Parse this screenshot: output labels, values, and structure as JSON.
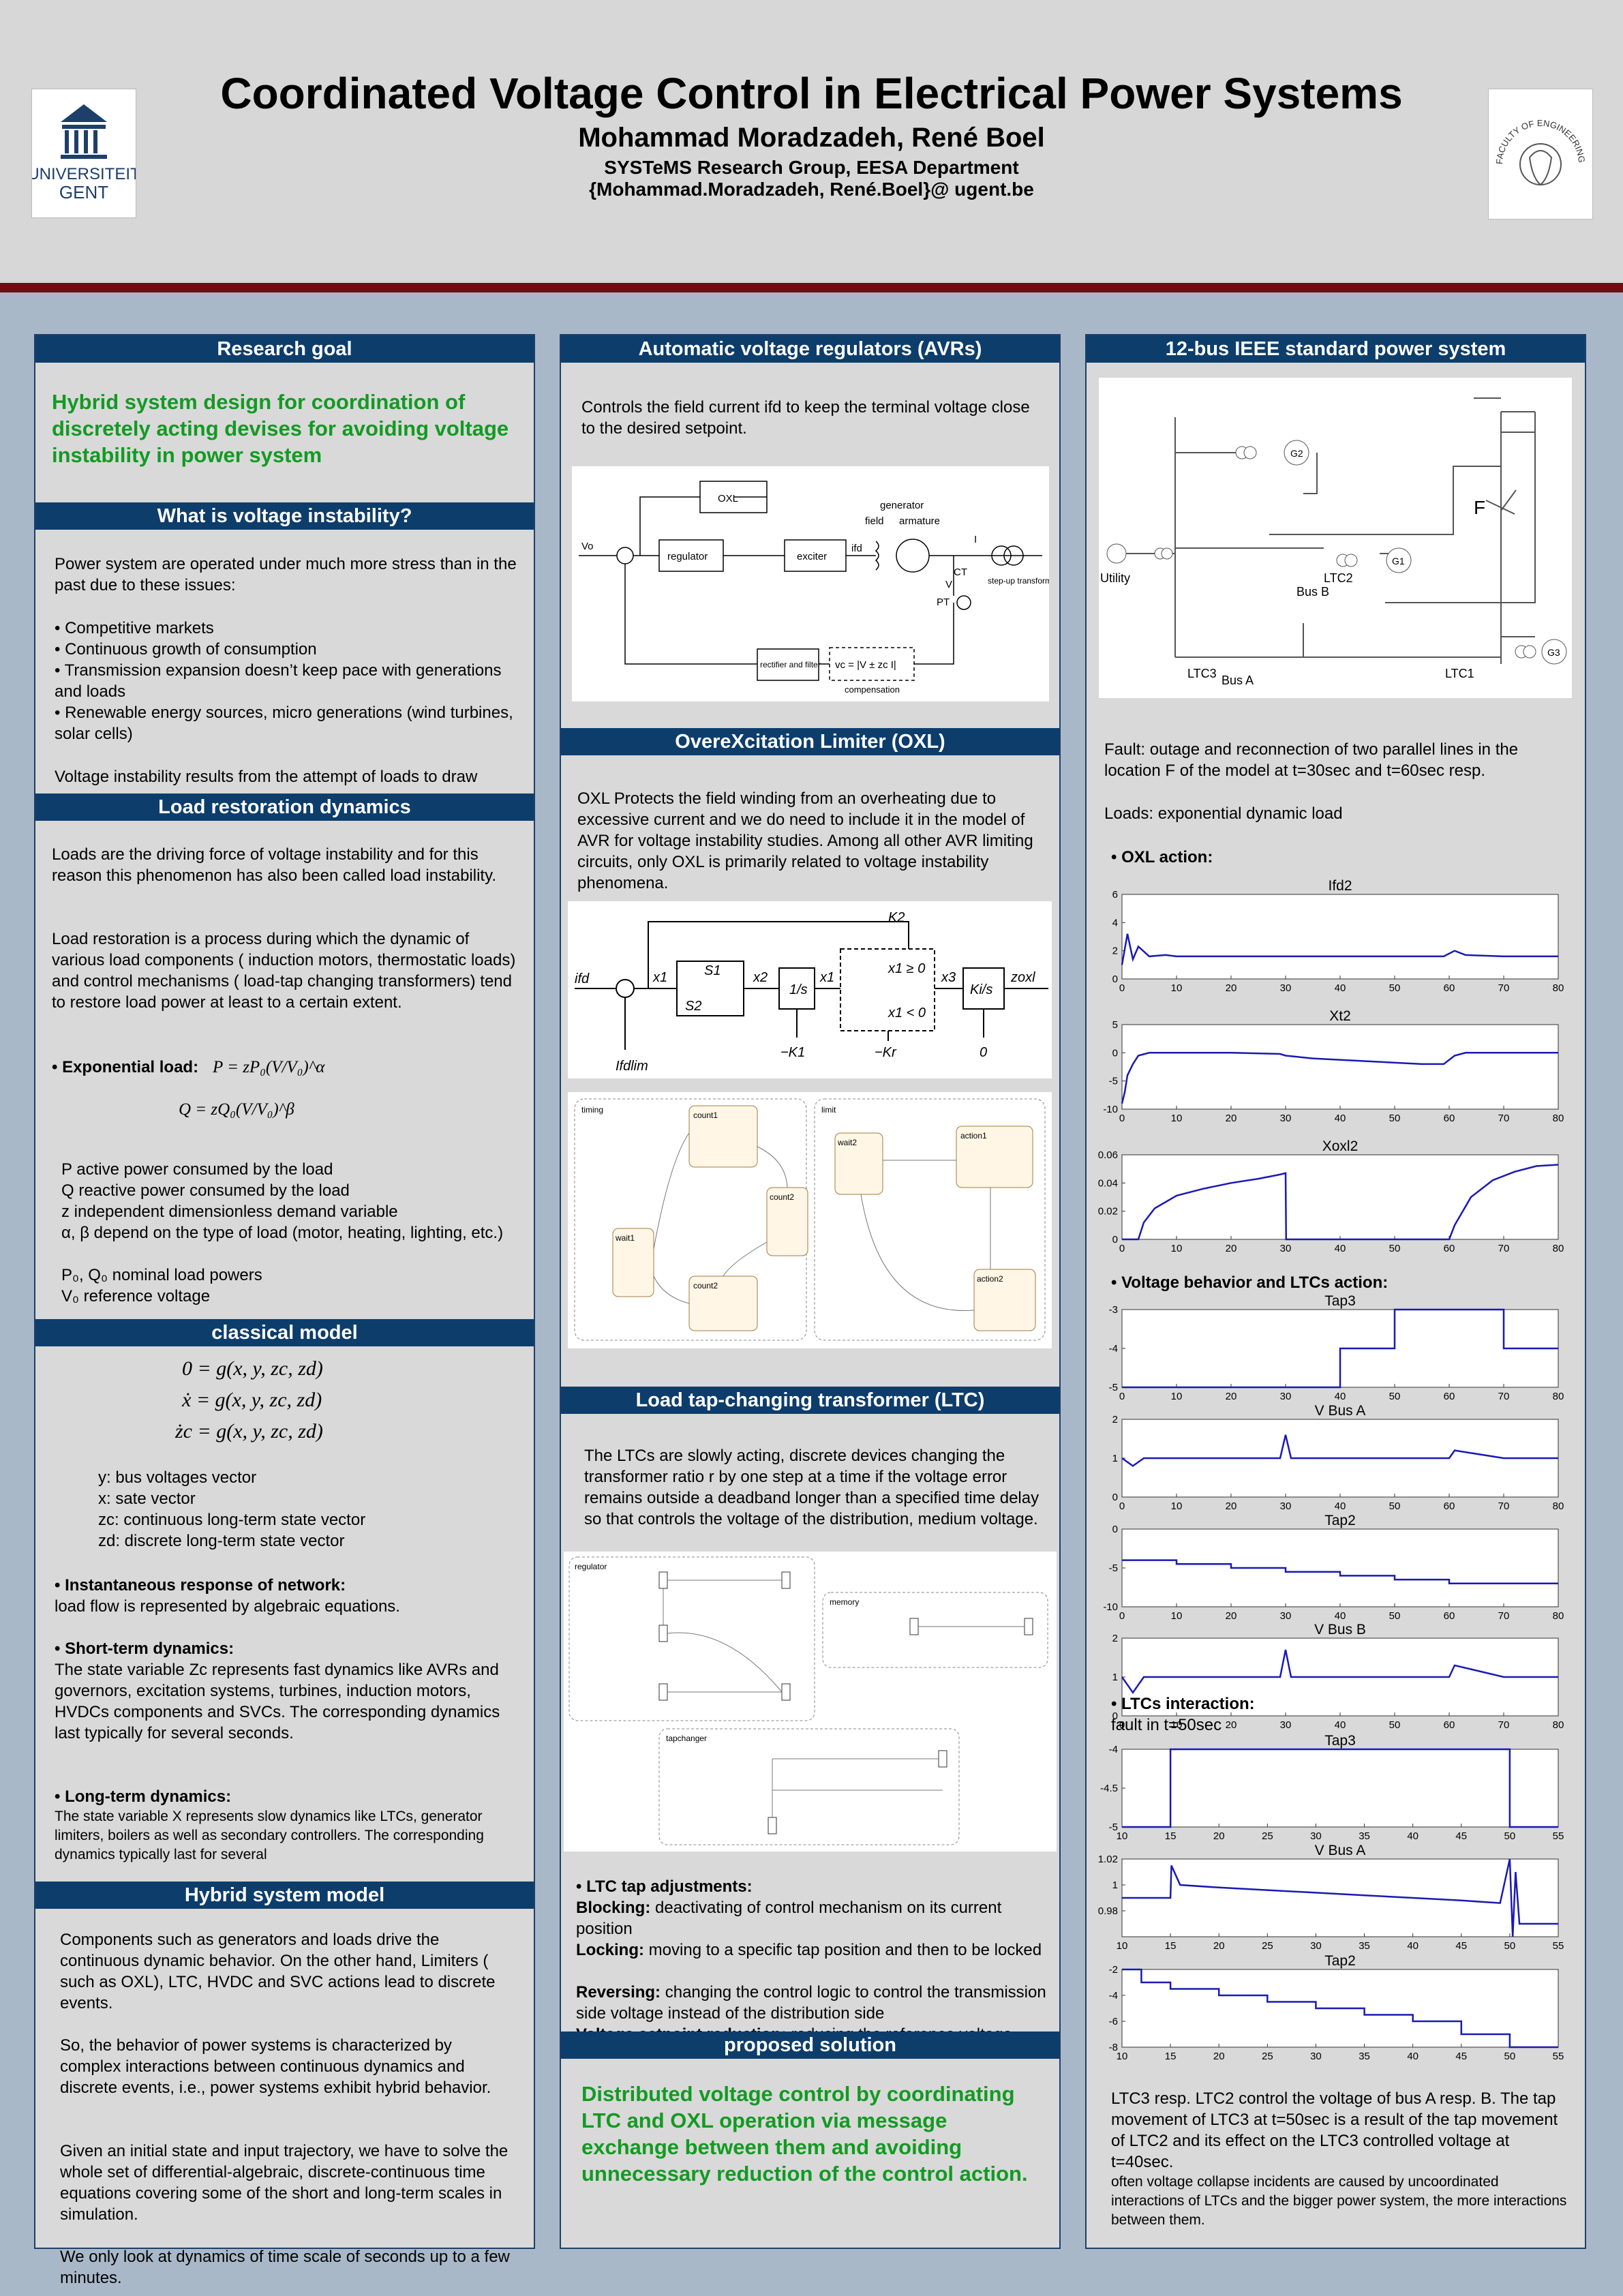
{
  "header": {
    "title": "Coordinated Voltage Control in Electrical Power Systems",
    "authors": "Mohammad Moradzadeh, René Boel",
    "affiliation": "SYSTeMS Research Group, EESA Department",
    "email": "{Mohammad.Moradzadeh, René.Boel}@ ugent.be",
    "logo_left_lines": [
      "UNIVERSITEIT",
      "GENT"
    ],
    "logo_right_text": "FACULTY OF ENGINEERING"
  },
  "col1": {
    "research_goal": {
      "title": "Research goal",
      "text": "Hybrid system design for coordination of discretely acting devises for avoiding voltage instability in power system"
    },
    "voltage_instability": {
      "title": "What is voltage instability?",
      "intro": "Power system are operated under much more stress than in the past due to these issues:",
      "bullets": [
        "• Competitive markets",
        "• Continuous growth of consumption",
        "• Transmission expansion doesn’t keep pace with generations and loads",
        "• Renewable energy sources, micro generations (wind turbines, solar cells)"
      ],
      "outro": "Voltage instability results from the attempt of loads to draw"
    },
    "load_restoration": {
      "title": "Load restoration dynamics",
      "p1": "Loads are the driving force of voltage instability and for this reason this phenomenon has also been called load instability.",
      "p2": "Load restoration is a process during which the dynamic of various load components ( induction motors, thermostatic loads) and control mechanisms ( load-tap changing transformers) tend to restore load power at least to a certain extent.",
      "exp_label": "• Exponential load:",
      "eq_p": "P = zP₀(V/V₀)^α",
      "eq_q": "Q = zQ₀(V/V₀)^β",
      "defs": [
        "P  active power consumed by the load",
        "Q  reactive power consumed by the load",
        "z  independent dimensionless demand variable",
        "α, β  depend on the type of load (motor, heating, lighting, etc.)",
        "P₀, Q₀ nominal load powers",
        "V₀  reference voltage"
      ]
    },
    "classical_model": {
      "title": "classical model",
      "eqs": [
        "0 = g(x, y, zc, zd)",
        "ẋ = g(x, y, zc, zd)",
        "żc = g(x, y, zc, zd)"
      ],
      "defs": [
        "y: bus voltages vector",
        "x: sate vector",
        "zc: continuous long-term state vector",
        "zd: discrete long-term state vector"
      ],
      "inst_head": "• Instantaneous response of network:",
      "inst_text": "load flow is represented by algebraic equations.",
      "short_head": "• Short-term dynamics:",
      "short_text": "The state variable  Zc represents fast dynamics like AVRs and governors, excitation systems, turbines, induction motors, HVDCs components and SVCs. The corresponding dynamics last typically for several seconds.",
      "long_head": "• Long-term dynamics:",
      "long_text": "The state variable  X represents slow dynamics like LTCs, generator limiters, boilers as well as secondary controllers. The corresponding dynamics typically last for several"
    },
    "hybrid_model": {
      "title": "Hybrid system model",
      "p1": "Components such as generators and loads drive the continuous dynamic behavior. On the other hand, Limiters ( such as OXL), LTC, HVDC and SVC actions lead to discrete events.",
      "p2": "So, the behavior of power systems is characterized by complex interactions between continuous dynamics and discrete events, i.e., power systems exhibit hybrid behavior.",
      "p3": "Given an initial state and input trajectory, we have to solve the whole set of differential-algebraic, discrete-continuous time equations covering some of the short and long-term scales in simulation.",
      "p4": "We only look at dynamics of time scale of seconds up to a few minutes."
    }
  },
  "col2": {
    "avr": {
      "title": "Automatic voltage regulators (AVRs)",
      "text": "Controls the field current ifd to keep the terminal voltage close to the desired setpoint.",
      "diagram_labels": {
        "oxl": "OXL",
        "regulator": "regulator",
        "exciter": "exciter",
        "generator": "generator",
        "field": "field",
        "armature": "armature",
        "rectifier": "rectifier and filter",
        "vc": "vc = |V ± zc I|",
        "compensation": "compensation",
        "stepup": "step-up transformer",
        "ct": "CT",
        "pt": "PT",
        "vo": "Vo",
        "ifd": "ifd",
        "i": "I",
        "v": "V"
      }
    },
    "oxl": {
      "title": "OvereXcitation Limiter (OXL)",
      "text": "OXL Protects the field winding from an overheating due to excessive current and we do need to include it in the model of AVR for voltage instability studies. Among all other AVR limiting circuits, only OXL is primarily related to voltage instability phenomena.",
      "block_labels": {
        "ifd": "ifd",
        "iflim": "Ifdlim",
        "x1": "x1",
        "x2": "x2",
        "x3": "x3",
        "s1": "S1",
        "s2": "S2",
        "k2": "K2",
        "k1": "−K1",
        "kr": "−Kr",
        "one_over_s": "1/s",
        "ki_over_s": "Ki/s",
        "zoxl": "zoxl",
        "cond1": "x1 ≥ 0",
        "cond2": "x1 < 0",
        "zero": "0"
      },
      "statechart": {
        "timing": "timing",
        "limit": "limit",
        "count1": "count1",
        "count2": "count2",
        "wait1": "wait1",
        "wait2": "wait2",
        "action1": "action1",
        "action2": "action2"
      }
    },
    "ltc": {
      "title": "Load tap-changing transformer (LTC)",
      "text": "The LTCs are slowly acting, discrete devices changing the transformer ratio r by one step at a time if the voltage error remains outside a deadband longer than a specified time delay so that controls the voltage of the distribution, medium voltage.",
      "statechart": {
        "regulator": "regulator",
        "memory": "memory",
        "tapchanger": "tapchanger"
      },
      "adj_head": "• LTC tap adjustments:",
      "adj": [
        {
          "term": "Blocking:",
          "desc": "deactivating of control mechanism on its current position"
        },
        {
          "term": "Locking:",
          "desc": "moving to a specific tap position and then to be locked"
        },
        {
          "term": "Reversing:",
          "desc": "changing the control logic to control the transmission side voltage instead of the distribution side"
        },
        {
          "term": "Voltage setpoint reduction:",
          "desc": "reducing the reference voltage"
        }
      ]
    },
    "proposed": {
      "title": "proposed solution",
      "text": "Distributed voltage control by coordinating LTC and OXL operation via message exchange between them and avoiding unnecessary reduction of the control action."
    }
  },
  "col3": {
    "title": "12-bus IEEE standard power system",
    "diagram_labels": {
      "g1": "G1",
      "g2": "G2",
      "g3": "G3",
      "utility": "Utility",
      "busA": "Bus A",
      "busB": "Bus B",
      "ltc1": "LTC1",
      "ltc2": "LTC2",
      "ltc3": "LTC3",
      "f": "F"
    },
    "fault": "Fault: outage and reconnection of two parallel lines in the location F of the model at t=30sec and t=60sec resp.",
    "loads": "Loads: exponential dynamic load",
    "oxl_action": "• OXL action:",
    "voltage_behavior": "• Voltage behavior and LTCs action:",
    "ltc_interaction": "• LTCs interaction:",
    "fault_t50": "fault in t=50sec",
    "closing": "LTC3 resp. LTC2 control the voltage of bus A resp. B. The tap movement of LTC3 at t=50sec is a result of the tap movement of LTC2 and its effect on the LTC3 controlled voltage at t=40sec.",
    "closing2": "often voltage collapse incidents are caused by uncoordinated interactions of LTCs and the bigger power system, the more interactions between them."
  },
  "chart_data": [
    {
      "type": "line",
      "title": "Ifd2",
      "x": [
        0,
        1,
        2,
        3,
        5,
        8,
        10,
        20,
        29,
        31,
        40,
        55,
        59,
        61,
        63,
        70,
        80
      ],
      "y": [
        1,
        3.2,
        1.4,
        2.3,
        1.6,
        1.7,
        1.6,
        1.6,
        1.6,
        1.6,
        1.6,
        1.6,
        1.6,
        2.0,
        1.7,
        1.6,
        1.6
      ],
      "xlim": [
        0,
        80
      ],
      "ylim": [
        0,
        6
      ],
      "yticks": [
        0,
        2,
        4,
        6
      ],
      "xticks": [
        0,
        10,
        20,
        30,
        40,
        50,
        60,
        70,
        80
      ]
    },
    {
      "type": "line",
      "title": "Xt2",
      "x": [
        0,
        0.5,
        1,
        2,
        3,
        5,
        10,
        20,
        29,
        30,
        35,
        45,
        55,
        59,
        61,
        63,
        70,
        80
      ],
      "y": [
        -9,
        -7,
        -4,
        -2,
        -0.5,
        0,
        0,
        0,
        -0.2,
        -0.5,
        -1,
        -1.5,
        -2,
        -2,
        -0.5,
        0,
        0,
        0
      ],
      "xlim": [
        0,
        80
      ],
      "ylim": [
        -10,
        5
      ],
      "yticks": [
        -10,
        -5,
        0,
        5
      ],
      "xticks": [
        0,
        10,
        20,
        30,
        40,
        50,
        60,
        70,
        80
      ]
    },
    {
      "type": "line",
      "title": "Xoxl2",
      "x": [
        0,
        3,
        4,
        6,
        10,
        15,
        20,
        25,
        29,
        30,
        30.1,
        60,
        61,
        64,
        68,
        72,
        76,
        80
      ],
      "y": [
        0,
        0,
        0.012,
        0.022,
        0.031,
        0.036,
        0.04,
        0.043,
        0.046,
        0.047,
        0,
        0,
        0.01,
        0.03,
        0.042,
        0.048,
        0.052,
        0.053
      ],
      "xlim": [
        0,
        80
      ],
      "ylim": [
        0,
        0.06
      ],
      "yticks": [
        0,
        0.02,
        0.04,
        0.06
      ],
      "xticks": [
        0,
        10,
        20,
        30,
        40,
        50,
        60,
        70,
        80
      ]
    },
    {
      "type": "line",
      "title": "Tap3",
      "x": [
        0,
        40,
        40,
        50,
        50,
        70,
        70,
        80
      ],
      "y": [
        -5,
        -5,
        -4,
        -4,
        -3,
        -3,
        -4,
        -4
      ],
      "xlim": [
        0,
        80
      ],
      "ylim": [
        -5,
        -3
      ],
      "yticks": [
        -5,
        -4,
        -3
      ],
      "xticks": [
        0,
        10,
        20,
        30,
        40,
        50,
        60,
        70,
        80
      ]
    },
    {
      "type": "line",
      "title": "V Bus A",
      "x": [
        0,
        2,
        4,
        10,
        20,
        29,
        30,
        31,
        40,
        50,
        60,
        61,
        70,
        80
      ],
      "y": [
        1,
        0.8,
        1,
        1,
        1,
        1,
        1.6,
        1,
        1,
        1,
        1,
        1.2,
        1,
        1
      ],
      "xlim": [
        0,
        80
      ],
      "ylim": [
        0,
        2
      ],
      "yticks": [
        0,
        1,
        2
      ],
      "xticks": [
        0,
        10,
        20,
        30,
        40,
        50,
        60,
        70,
        80
      ]
    },
    {
      "type": "line",
      "title": "Tap2",
      "x": [
        0,
        10,
        10,
        20,
        20,
        30,
        30,
        40,
        40,
        50,
        50,
        60,
        60,
        80
      ],
      "y": [
        -4,
        -4,
        -4.5,
        -4.5,
        -5,
        -5,
        -5.5,
        -5.5,
        -6,
        -6,
        -6.5,
        -6.5,
        -7,
        -7
      ],
      "xlim": [
        0,
        80
      ],
      "ylim": [
        -10,
        0
      ],
      "yticks": [
        -10,
        -5,
        0
      ],
      "xticks": [
        0,
        10,
        20,
        30,
        40,
        50,
        60,
        70,
        80
      ]
    },
    {
      "type": "line",
      "title": "V Bus B",
      "x": [
        0,
        2,
        4,
        10,
        20,
        29,
        30,
        31,
        40,
        50,
        60,
        61,
        70,
        80
      ],
      "y": [
        1,
        0.6,
        1,
        1,
        1,
        1,
        1.7,
        1,
        1,
        1,
        1,
        1.3,
        1,
        1
      ],
      "xlim": [
        0,
        80
      ],
      "ylim": [
        0,
        2
      ],
      "yticks": [
        0,
        1,
        2
      ],
      "xticks": [
        0,
        10,
        20,
        30,
        40,
        50,
        60,
        70,
        80
      ]
    },
    {
      "type": "line",
      "title": "Tap3",
      "x": [
        10,
        15,
        15,
        50,
        50,
        55
      ],
      "y": [
        -5,
        -5,
        -4,
        -4,
        -5,
        -5
      ],
      "xlim": [
        10,
        55
      ],
      "ylim": [
        -5,
        -4
      ],
      "yticks": [
        -5,
        -4.5,
        -4
      ],
      "xticks": [
        10,
        15,
        20,
        25,
        30,
        35,
        40,
        45,
        50,
        55
      ]
    },
    {
      "type": "line",
      "title": "V Bus A",
      "x": [
        10,
        15,
        15.1,
        16,
        20,
        25,
        30,
        35,
        40,
        45,
        49,
        50,
        50.3,
        50.6,
        51,
        55
      ],
      "y": [
        0.99,
        0.99,
        1.015,
        1.0,
        0.998,
        0.996,
        0.994,
        0.992,
        0.99,
        0.988,
        0.986,
        1.02,
        0.96,
        1.01,
        0.97,
        0.97
      ],
      "xlim": [
        10,
        55
      ],
      "ylim": [
        0.96,
        1.02
      ],
      "yticks": [
        0.98,
        1,
        1.02
      ],
      "xticks": [
        10,
        15,
        20,
        25,
        30,
        35,
        40,
        45,
        50,
        55
      ]
    },
    {
      "type": "line",
      "title": "Tap2",
      "x": [
        10,
        12,
        12,
        15,
        15,
        20,
        20,
        25,
        25,
        30,
        30,
        35,
        35,
        40,
        40,
        45,
        45,
        50,
        50,
        55
      ],
      "y": [
        -2,
        -2,
        -3,
        -3,
        -3.5,
        -3.5,
        -4,
        -4,
        -4.5,
        -4.5,
        -5,
        -5,
        -5.5,
        -5.5,
        -6,
        -6,
        -7,
        -7,
        -8,
        -8
      ],
      "xlim": [
        10,
        55
      ],
      "ylim": [
        -8,
        -2
      ],
      "yticks": [
        -8,
        -6,
        -4,
        -2
      ],
      "xticks": [
        10,
        15,
        20,
        25,
        30,
        35,
        40,
        45,
        50,
        55
      ]
    }
  ]
}
